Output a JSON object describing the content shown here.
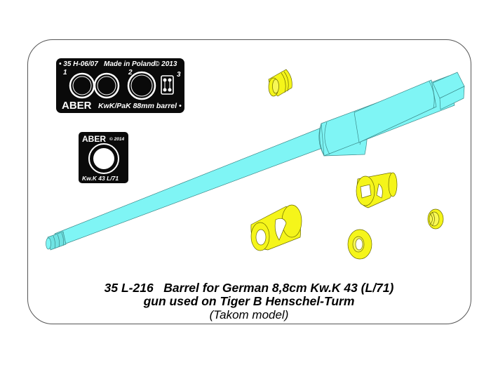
{
  "pe_sheet_1": {
    "code": "• 35 H-06/07",
    "made_in": "Made in Poland",
    "copyright": "© 2013",
    "part_numbers": [
      "1",
      "2",
      "3"
    ],
    "brand": "ABER",
    "description": "KwK/PaK 88mm barrel •"
  },
  "pe_sheet_2": {
    "brand": "ABER",
    "copyright": "© 2014",
    "description": "Kw.K 43 L/71"
  },
  "caption": {
    "line1": "35 L-216   Barrel for German 8,8cm Kw.K 43 (L/71)",
    "line2": "gun used on Tiger B Henschel-Turm",
    "line3": "(Takom model)"
  },
  "colors": {
    "barrel": "#7ff5f5",
    "brass_parts": "#f5f51a",
    "outline": "#3a3a3a",
    "pe_sheet": "#0a0a0a"
  }
}
